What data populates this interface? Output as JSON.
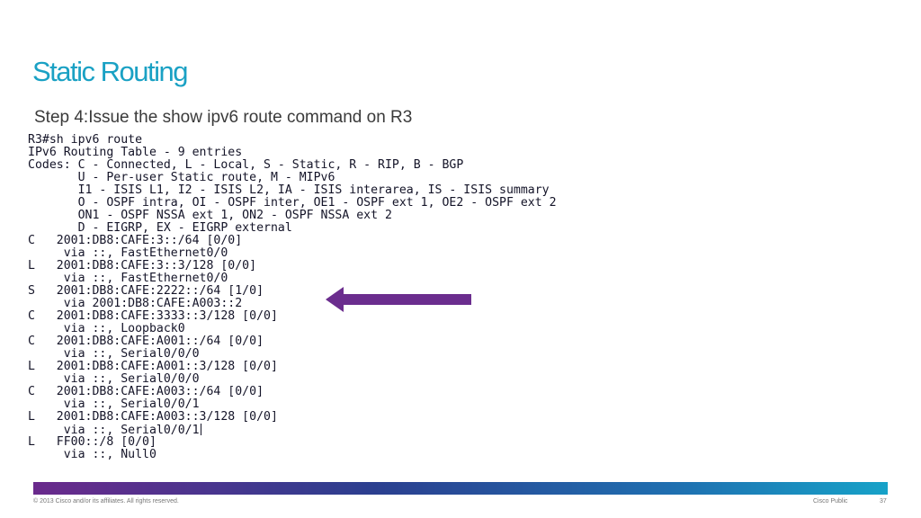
{
  "slide": {
    "title": "Static Routing",
    "subtitle": "Step 4:Issue the show ipv6 route command on R3"
  },
  "terminal": {
    "lines": [
      "R3#sh ipv6 route",
      "IPv6 Routing Table - 9 entries",
      "Codes: C - Connected, L - Local, S - Static, R - RIP, B - BGP",
      "       U - Per-user Static route, M - MIPv6",
      "       I1 - ISIS L1, I2 - ISIS L2, IA - ISIS interarea, IS - ISIS summary",
      "       O - OSPF intra, OI - OSPF inter, OE1 - OSPF ext 1, OE2 - OSPF ext 2",
      "       ON1 - OSPF NSSA ext 1, ON2 - OSPF NSSA ext 2",
      "       D - EIGRP, EX - EIGRP external",
      "C   2001:DB8:CAFE:3::/64 [0/0]",
      "     via ::, FastEthernet0/0",
      "L   2001:DB8:CAFE:3::3/128 [0/0]",
      "     via ::, FastEthernet0/0",
      "S   2001:DB8:CAFE:2222::/64 [1/0]",
      "     via 2001:DB8:CAFE:A003::2",
      "C   2001:DB8:CAFE:3333::3/128 [0/0]",
      "     via ::, Loopback0",
      "C   2001:DB8:CAFE:A001::/64 [0/0]",
      "     via ::, Serial0/0/0",
      "L   2001:DB8:CAFE:A001::3/128 [0/0]",
      "     via ::, Serial0/0/0",
      "C   2001:DB8:CAFE:A003::/64 [0/0]",
      "     via ::, Serial0/0/1",
      "L   2001:DB8:CAFE:A003::3/128 [0/0]",
      "     via ::, Serial0/0/1",
      "L   FF00::/8 [0/0]",
      "     via ::, Null0"
    ],
    "cursor_line": 23
  },
  "annotation": {
    "arrow_color": "#6b2d8e",
    "arrow_target_line": 12
  },
  "footer": {
    "copyright": "© 2013 Cisco and/or its affiliates. All rights reserved.",
    "classification": "Cisco Public",
    "page_number": "37",
    "bar_colors": [
      "#6a2a8c",
      "#2b3f8f",
      "#1f6fb0",
      "#17a2c8"
    ]
  },
  "colors": {
    "title": "#1aa1c4",
    "subtitle": "#3a3a3a",
    "terminal_text": "#141428"
  }
}
